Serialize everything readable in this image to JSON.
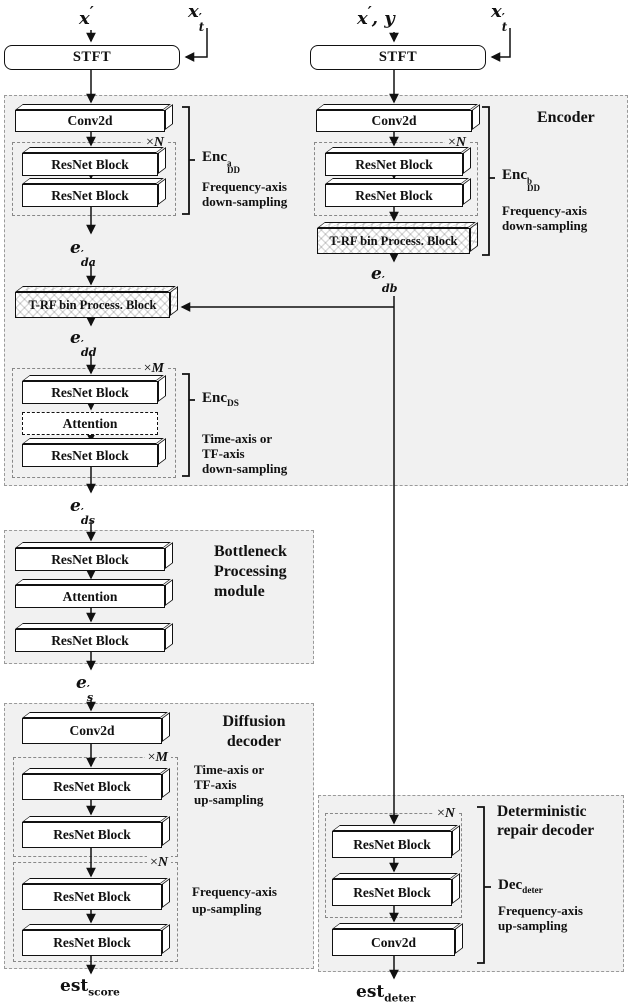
{
  "io": {
    "x_left": {
      "base": "x",
      "prime": "′"
    },
    "xt_left": {
      "base": "x",
      "prime": "′",
      "sub": "t"
    },
    "xy_right": {
      "base": "x",
      "prime": "′",
      "rest": ", y"
    },
    "xt_right": {
      "base": "x",
      "prime": "′",
      "sub": "t"
    },
    "e_da": {
      "base": "e",
      "prime": "′",
      "sub": "da"
    },
    "e_db": {
      "base": "e",
      "prime": "′",
      "sub": "db"
    },
    "e_dd": {
      "base": "e",
      "prime": "′",
      "sub": "dd"
    },
    "e_ds": {
      "base": "e",
      "prime": "′",
      "sub": "ds"
    },
    "e_s": {
      "base": "e",
      "prime": "′",
      "sub": "s"
    },
    "est_score": {
      "base": "est",
      "sub": "score"
    },
    "est_deter": {
      "base": "est",
      "sub": "deter"
    }
  },
  "stft": {
    "left": "STFT",
    "right": "STFT"
  },
  "encoder": {
    "title": "Encoder",
    "branch_a": {
      "conv": "Conv2d",
      "mult": {
        "sign": "×",
        "var": "N"
      },
      "resnet1": "ResNet Block",
      "resnet2": "ResNet Block",
      "label": {
        "base": "Enc",
        "sup": "a",
        "sub": "DD"
      },
      "note1": "Frequency-axis",
      "note2": "down-sampling"
    },
    "branch_b": {
      "conv": "Conv2d",
      "mult": {
        "sign": "×",
        "var": "N"
      },
      "resnet1": "ResNet Block",
      "resnet2": "ResNet Block",
      "trf": "T-RF bin Process. Block",
      "label": {
        "base": "Enc",
        "sup": "b",
        "sub": "DD"
      },
      "note1": "Frequency-axis",
      "note2": "down-sampling"
    },
    "trf_a": "T-RF bin Process. Block",
    "ds": {
      "mult": {
        "sign": "×",
        "var": "M"
      },
      "resnet1": "ResNet Block",
      "attention": "Attention",
      "resnet2": "ResNet Block",
      "label": {
        "base": "Enc",
        "sub": "DS"
      },
      "note1": "Time-axis or",
      "note2": "TF-axis",
      "note3": "down-sampling"
    }
  },
  "bottleneck": {
    "title1": "Bottleneck",
    "title2": "Processing",
    "title3": "module",
    "resnet1": "ResNet Block",
    "attention": "Attention",
    "resnet2": "ResNet Block"
  },
  "diffusion": {
    "title1": "Diffusion",
    "title2": "decoder",
    "conv": "Conv2d",
    "mult_m": {
      "sign": "×",
      "var": "M"
    },
    "resnet1": "ResNet Block",
    "resnet2": "ResNet Block",
    "note_m1": "Time-axis or",
    "note_m2": "TF-axis",
    "note_m3": "up-sampling",
    "mult_n": {
      "sign": "×",
      "var": "N"
    },
    "resnet3": "ResNet Block",
    "resnet4": "ResNet Block",
    "note_n1": "Frequency-axis",
    "note_n2": "up-sampling"
  },
  "deterministic": {
    "title1": "Deterministic",
    "title2": "repair decoder",
    "mult": {
      "sign": "×",
      "var": "N"
    },
    "resnet1": "ResNet Block",
    "resnet2": "ResNet Block",
    "conv": "Conv2d",
    "label": {
      "base": "Dec",
      "sub": "deter"
    },
    "note1": "Frequency-axis",
    "note2": "up-sampling"
  },
  "colors": {
    "region_bg": "#f1f1f1",
    "region_border": "#9a9a9a",
    "box_border": "#111111",
    "line": "#111111"
  }
}
